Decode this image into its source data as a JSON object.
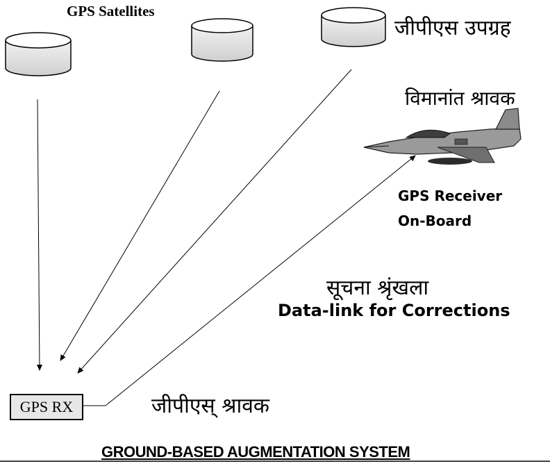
{
  "labels": {
    "satellites_en": "GPS Satellites",
    "satellites_hi": "जीपीएस उपग्रह",
    "airborne_receiver_hi": "विमानांत श्रावक",
    "receiver_line1": "GPS Receiver",
    "receiver_line2": "On-Board",
    "datalink_hi": "सूचना श्रृंखला",
    "datalink_en": "Data-link for Corrections",
    "ground_receiver_box": "GPS RX",
    "ground_receiver_hi": "जीपीएस् श्रावक",
    "footer_title": "GROUND-BASED AUGMENTATION SYSTEM"
  },
  "colors": {
    "line": "#000000",
    "box_fill": "#e7e7e7",
    "satellite_fill": "#dcdcdc",
    "aircraft_body": "#9a9a9a"
  },
  "icons": [
    "satellite-icon",
    "aircraft-icon"
  ]
}
